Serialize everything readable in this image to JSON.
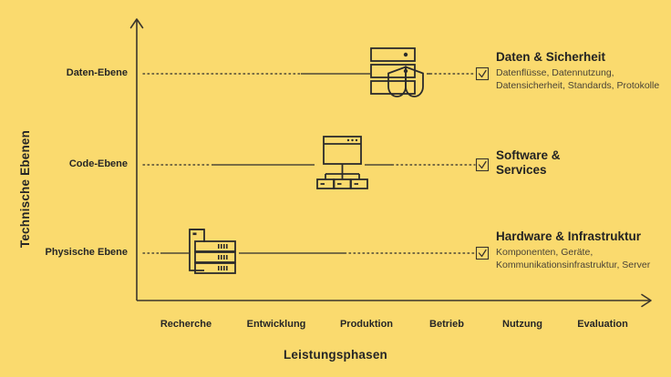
{
  "background_color": "#fada6e",
  "ink_color": "#2b2b2b",
  "axes": {
    "y_title": "Technische Ebenen",
    "x_title": "Leistungsphasen",
    "y_ticks": [
      "Daten-Ebene",
      "Code-Ebene",
      "Physische Ebene"
    ],
    "x_ticks": [
      "Recherche",
      "Entwicklung",
      "Produktion",
      "Betrieb",
      "Nutzung",
      "Evaluation"
    ]
  },
  "rows": [
    {
      "level": "Daten-Ebene",
      "icon": "server-shield-icon",
      "checkbox": "checked-checkbox-icon",
      "title": "Daten & Sicherheit",
      "description": "Datenflüsse, Datennutzung, Datensicherheit, Standards, Protokolle"
    },
    {
      "level": "Code-Ebene",
      "icon": "browser-sitemap-icon",
      "checkbox": "checked-checkbox-icon",
      "title": "Software & Services",
      "description": ""
    },
    {
      "level": "Physische Ebene",
      "icon": "server-rack-icon",
      "checkbox": "checked-checkbox-icon",
      "title": "Hardware & Infrastruktur",
      "description": "Komponenten, Geräte, Kommunikationsinfrastruktur, Server"
    }
  ],
  "chart_data": {
    "type": "scatter",
    "title": "",
    "xlabel": "Leistungsphasen",
    "ylabel": "Technische Ebenen",
    "x_categories": [
      "Recherche",
      "Entwicklung",
      "Produktion",
      "Betrieb",
      "Nutzung",
      "Evaluation"
    ],
    "y_categories": [
      "Physische Ebene",
      "Code-Ebene",
      "Daten-Ebene"
    ],
    "grid": false,
    "legend": "right-labels",
    "points": [
      {
        "label": "Daten & Sicherheit",
        "y": "Daten-Ebene",
        "x_position": "Produktion",
        "icon": "server-shield-icon"
      },
      {
        "label": "Software & Services",
        "y": "Code-Ebene",
        "x_position": "Entwicklung/Produktion",
        "icon": "browser-sitemap-icon"
      },
      {
        "label": "Hardware & Infrastruktur",
        "y": "Physische Ebene",
        "x_position": "Recherche",
        "icon": "server-rack-icon"
      }
    ]
  }
}
